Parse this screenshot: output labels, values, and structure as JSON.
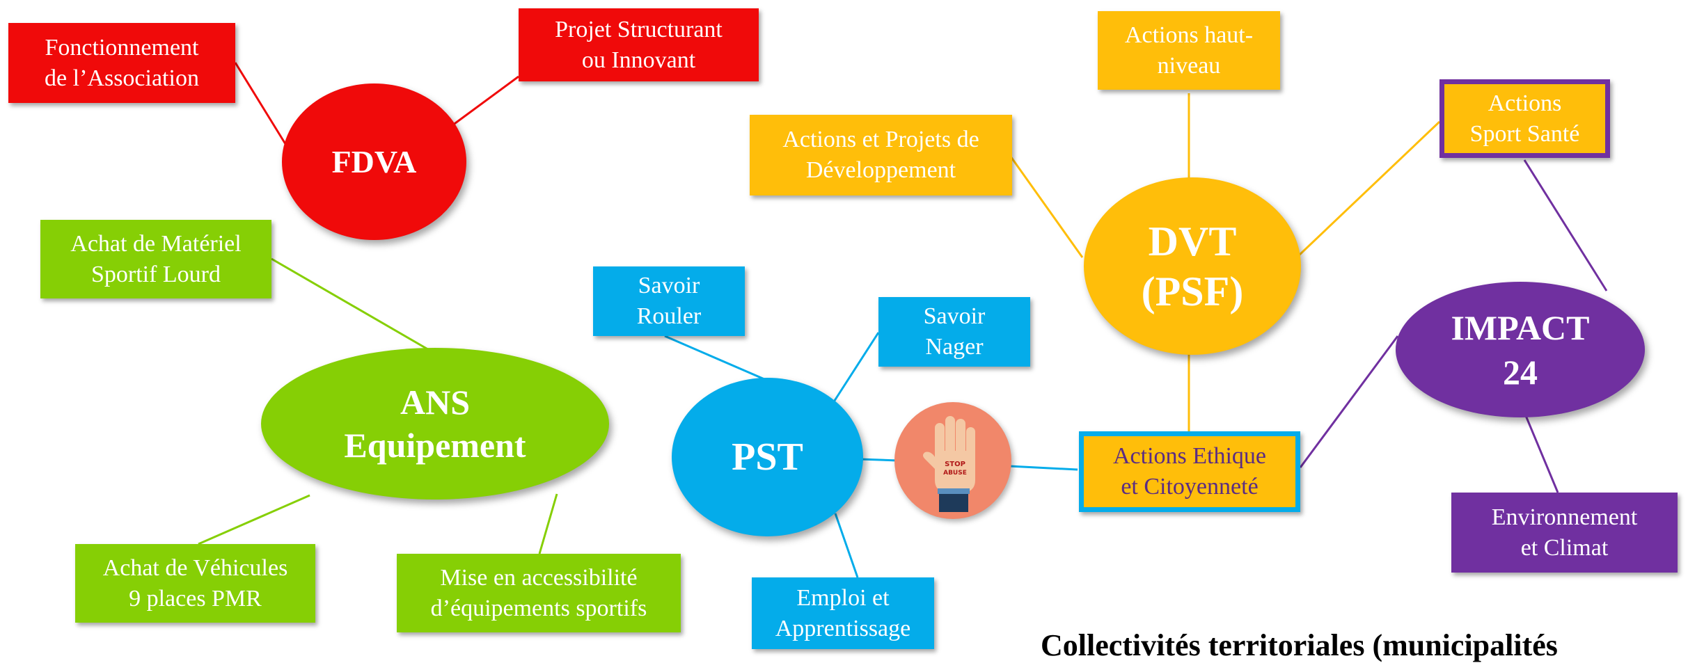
{
  "fdva": {
    "center": "FDVA",
    "fonctionnement": "Fonctionnement\nde l’Association",
    "projet": "Projet Structurant\nou Innovant"
  },
  "ans": {
    "line1": "ANS",
    "line2": "Equipement",
    "materiel": "Achat de Matériel\nSportif Lourd",
    "vehicules": "Achat de Véhicules\n9 places PMR",
    "accessibilite": "Mise en accessibilité\nd’équipements sportifs"
  },
  "pst": {
    "center": "PST",
    "rouler": "Savoir\nRouler",
    "nager": "Savoir\nNager",
    "emploi": "Emploi et\nApprentissage"
  },
  "stop_badge": {
    "text": "STOP\nABUSE",
    "icon": "stop-abuse-hand-icon"
  },
  "dvt": {
    "line1": "DVT",
    "line2": "(PSF)",
    "haut_niveau": "Actions haut-\nniveau",
    "developpement": "Actions et Projets de\nDéveloppement",
    "ethique": "Actions Ethique\net Citoyenneté",
    "sante": "Actions\nSport Santé"
  },
  "impact": {
    "line1": "IMPACT",
    "line2": "24",
    "environnement": "Environnement\net Climat"
  },
  "footer": "Collectivités territoriales (municipalités"
}
